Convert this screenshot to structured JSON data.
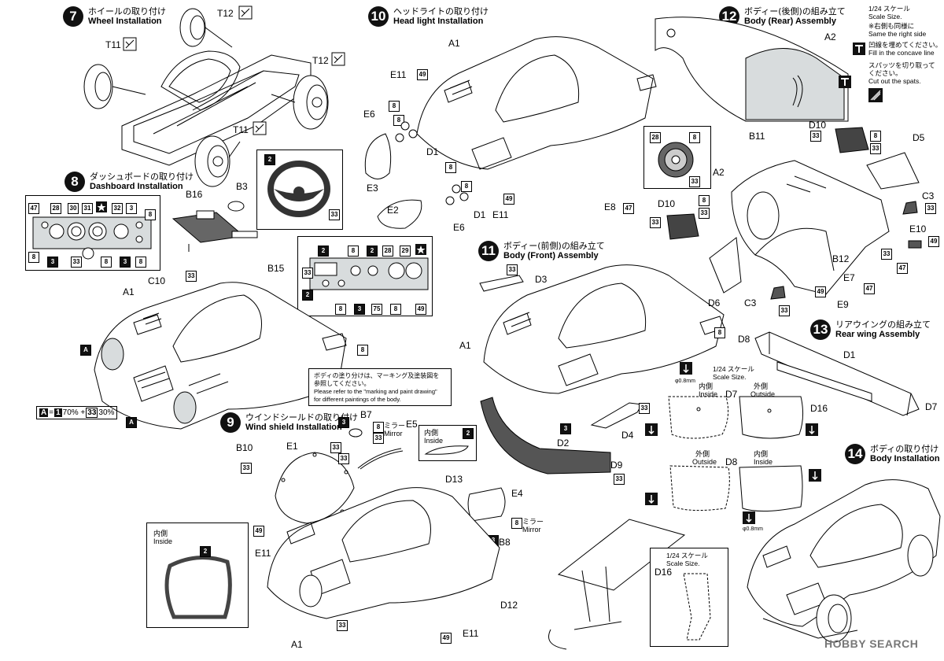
{
  "steps": {
    "s7": {
      "num": "7",
      "jp": "ホイールの取り付け",
      "en": "Wheel Installation"
    },
    "s8": {
      "num": "8",
      "jp": "ダッシュボードの取り付け",
      "en": "Dashboard Installation"
    },
    "s9": {
      "num": "9",
      "jp": "ウインドシールドの取り付け",
      "en": "Wind shield Installation"
    },
    "s10": {
      "num": "10",
      "jp": "ヘッドライトの取り付け",
      "en": "Head light Installation"
    },
    "s11": {
      "num": "11",
      "jp": "ボディー(前側)の組み立て",
      "en": "Body (Front) Assembly"
    },
    "s12": {
      "num": "12",
      "jp": "ボディー(後側)の組み立て",
      "en": "Body (Rear) Assembly"
    },
    "s13": {
      "num": "13",
      "jp": "リアウイングの組み立て",
      "en": "Rear wing Assembly"
    },
    "s14": {
      "num": "14",
      "jp": "ボディの取り付け",
      "en": "Body Installation"
    }
  },
  "notes": {
    "scale_jp": "1/24 スケール",
    "scale_en": "Scale Size.",
    "right_same_jp": "※右側も同様に",
    "right_same_en": "Same the right side",
    "fill_concave_jp": "凹線を埋めてください。",
    "fill_concave_en": "Fill in the concave line",
    "cut_spats_jp": "スパッツを切り取って",
    "cut_spats_jp2": "ください。",
    "cut_spats_en": "Cut out the spats.",
    "paint_jp1": "ボディの塗り分けは、マーキング及塗装図を",
    "paint_jp2": "参照してください。",
    "paint_en1": "Please refer to the \"marking and paint drawing\"",
    "paint_en2": "for different paintings of the body.",
    "mix_a": "A",
    "mix_formula": "=",
    "mix_c1": "1",
    "mix_p1": "70% +",
    "mix_c2": "33",
    "mix_p2": "30%",
    "inside_jp": "内側",
    "inside_en": "Inside",
    "outside_jp": "外側",
    "outside_en": "Outside",
    "mirror_jp": "ミラー",
    "mirror_en": "Mirror",
    "drill": "φ0.8mm",
    "watermark": "HOBBY SEARCH"
  },
  "parts": {
    "T12a": "T12",
    "T11a": "T11",
    "T12b": "T12",
    "T11b": "T11",
    "B16": "B16",
    "B3": "B3",
    "C10": "C10",
    "A1_8": "A1",
    "B15": "B15",
    "A1_10": "A1",
    "E11a": "E11",
    "E6a": "E6",
    "D1a": "D1",
    "E3": "E3",
    "E2": "E2",
    "D1b": "D1",
    "E11b": "E11",
    "E6b": "E6",
    "E8": "E8",
    "D3": "D3",
    "A1_11": "A1",
    "D2": "D2",
    "D4": "D4",
    "D9": "D9",
    "A2a": "A2",
    "B11": "B11",
    "D10a": "D10",
    "D5": "D5",
    "A2b": "A2",
    "D10b": "D10",
    "C3a": "C3",
    "E10": "E10",
    "B12": "B12",
    "E7": "E7",
    "E9": "E9",
    "D6": "D6",
    "C3b": "C3",
    "D8a": "D8",
    "D1c": "D1",
    "D16a": "D16",
    "D7a": "D7",
    "D7b": "D7",
    "D7c": "D7",
    "D8b": "D8",
    "D16b": "D16",
    "B10": "B10",
    "E1": "E1",
    "B7": "B7",
    "E5": "E5",
    "D13": "D13",
    "E4": "E4",
    "B8": "B8",
    "E11c": "E11",
    "E11d": "E11",
    "D12": "D12",
    "A1_9": "A1",
    "A_tag": "A"
  },
  "colors": {
    "n2": "2",
    "n3": "3",
    "n8": "8",
    "n28": "28",
    "n29": "29",
    "n30": "30",
    "n31": "31",
    "n32": "32",
    "n33": "33",
    "n47": "47",
    "n49": "49",
    "n75": "75"
  },
  "icons": [
    "step-circle-icon",
    "paint-icon",
    "star-icon",
    "cut-icon",
    "drill-icon",
    "steering-wheel-icon"
  ]
}
